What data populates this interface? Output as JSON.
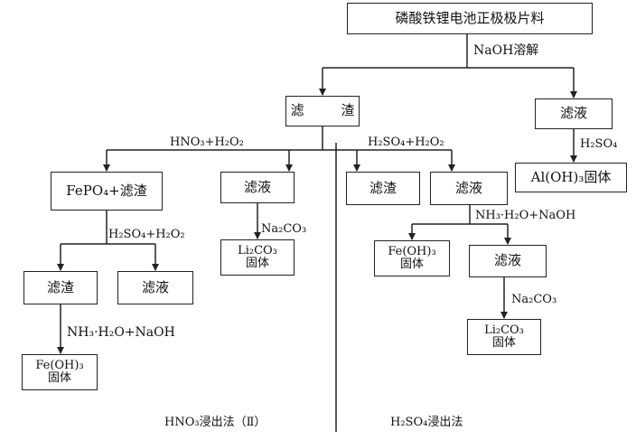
{
  "nodes": {
    "start": "磷酸铁锂电池正极极片料",
    "residue_top": "滤 渣",
    "filtrate_right": "滤液",
    "aloh": "Al(OH)₃固体",
    "fepo4": "FePO₄+滤渣",
    "filtrate_hno3": "滤液",
    "li2co3_left": [
      "Li₂CO₃",
      "固体"
    ],
    "residue_h2so4": "滤渣",
    "filtrate_h2so4": "滤液",
    "residue_left2": "滤渣",
    "filtrate_left2": "滤液",
    "feoh_left": [
      "Fe(OH)₃",
      "固体"
    ],
    "feoh_right": [
      "Fe(OH)₃",
      "固体"
    ],
    "filtrate_right2": "滤液",
    "li2co3_right": [
      "Li₂CO₃",
      "固体"
    ]
  },
  "labels": {
    "naoh_dissolve": "NaOH溶解",
    "h2so4": "H₂SO₄",
    "hno3_h2o2": "HNO₃+H₂O₂",
    "h2so4_h2o2_right": "H₂SO₄+H₂O₂",
    "h2so4_h2o2_left": "H₂SO₄+H₂O₂",
    "na2co3_left": "Na₂CO₃",
    "nh3_naoh_right": "NH₃·H₂O+NaOH",
    "nh3_naoh_left": "NH₃·H₂O+NaOH",
    "na2co3_right": "Na₂CO₃"
  },
  "captions": {
    "left": "HNO₃浸出法（Ⅱ）",
    "right": "H₂SO₄浸出法"
  }
}
